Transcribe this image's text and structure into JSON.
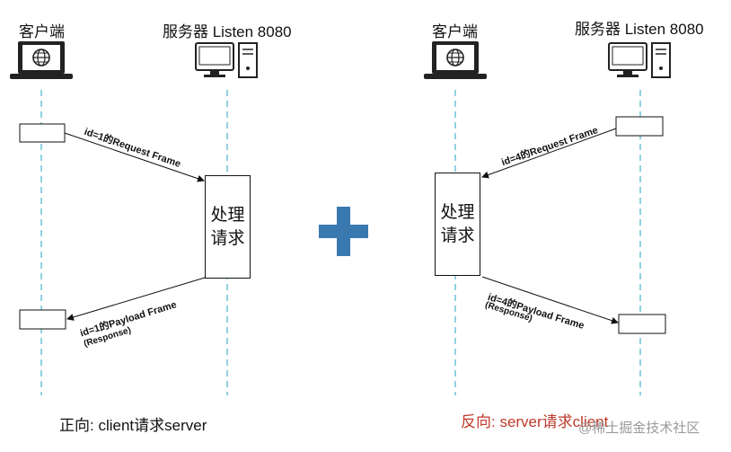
{
  "left": {
    "client_label": "客户端",
    "server_label": "服务器 Listen 8080",
    "request_label": "id=1的Request Frame",
    "process_line1": "处理",
    "process_line2": "请求",
    "payload_line1": "id=1的Payload Frame",
    "payload_line2": "(Response)",
    "caption": "正向: client请求server"
  },
  "right": {
    "client_label": "客户端",
    "server_label": "服务器 Listen 8080",
    "request_label": "id=4的Request Frame",
    "process_line1": "处理",
    "process_line2": "请求",
    "payload_line1": "id=4的Payload Frame",
    "payload_line2": "(Response)",
    "caption": "反向: server请求client"
  },
  "plus_symbol": "+",
  "watermark": "@稀土掘金技术社区",
  "colors": {
    "lifeline": "#6cc3d5",
    "plus": "#3a78b0",
    "caption_right": "#c0392b",
    "line": "#111111"
  },
  "icons": {
    "client": "laptop-globe-icon",
    "server": "desktop-tower-icon"
  }
}
